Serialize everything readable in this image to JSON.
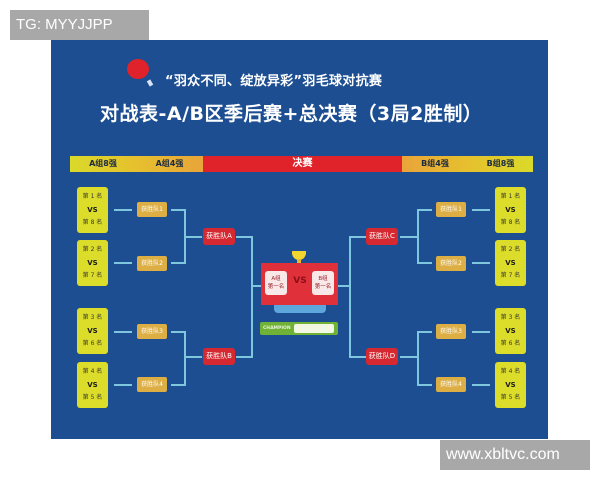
{
  "watermarks": {
    "top": "TG: MYYJJPP",
    "bottom": "www.xbltvc.com"
  },
  "poster": {
    "subtitle": "“羽众不同、绽放异彩”羽毛球对抗赛",
    "title": "对战表-A/B区季后赛+总决赛（3局2胜制）",
    "colors": {
      "background": "#1c4e91",
      "final_red": "#e0232b",
      "seed_yellow": "#dcdc2a",
      "round_orange": "#dcae44",
      "semi_red": "#d52830",
      "line_cyan": "#7fc6df",
      "champion_green": "#6fb236"
    }
  },
  "header": {
    "a8": "A组8强",
    "a4": "A组4强",
    "final": "决赛",
    "b4": "B组4强",
    "b8": "B组8强"
  },
  "left": {
    "seeds": [
      {
        "top": "第 1 名",
        "vs": "VS",
        "bottom": "第 8 名"
      },
      {
        "top": "第 2 名",
        "vs": "VS",
        "bottom": "第 7 名"
      },
      {
        "top": "第 3 名",
        "vs": "VS",
        "bottom": "第 6 名"
      },
      {
        "top": "第 4 名",
        "vs": "VS",
        "bottom": "第 5 名"
      }
    ],
    "round2": [
      "获胜队1",
      "获胜队2",
      "获胜队3",
      "获胜队4"
    ],
    "semis": [
      "获胜队A",
      "获胜队B"
    ]
  },
  "right": {
    "seeds": [
      {
        "top": "第 1 名",
        "vs": "VS",
        "bottom": "第 8 名"
      },
      {
        "top": "第 2 名",
        "vs": "VS",
        "bottom": "第 7 名"
      },
      {
        "top": "第 3 名",
        "vs": "VS",
        "bottom": "第 6 名"
      },
      {
        "top": "第 4 名",
        "vs": "VS",
        "bottom": "第 5 名"
      }
    ],
    "round2": [
      "获胜队1",
      "获胜队2",
      "获胜队3",
      "获胜队4"
    ],
    "semis": [
      "获胜队C",
      "获胜队D"
    ]
  },
  "final": {
    "team_a_line1": "A组",
    "team_a_line2": "第一名",
    "vs": "VS",
    "team_b_line1": "B组",
    "team_b_line2": "第一名",
    "champion_label": "CHAMPION",
    "champion_value": ""
  }
}
